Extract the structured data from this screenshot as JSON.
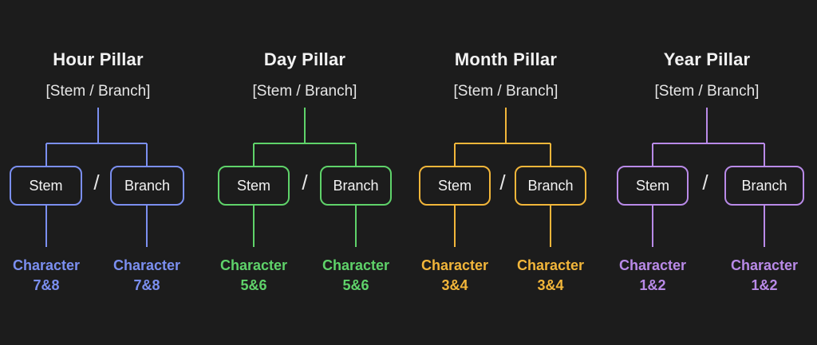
{
  "pillars": [
    {
      "title": "Hour Pillar",
      "subtitle": "[Stem / Branch]",
      "color": "#7b8ff0",
      "stem_label": "Stem",
      "branch_label": "Branch",
      "separator": "/",
      "stem_char": {
        "line1": "Character",
        "line2": "7&8"
      },
      "branch_char": {
        "line1": "Character",
        "line2": "7&8"
      }
    },
    {
      "title": "Day Pillar",
      "subtitle": "[Stem / Branch]",
      "color": "#5fd36a",
      "stem_label": "Stem",
      "branch_label": "Branch",
      "separator": "/",
      "stem_char": {
        "line1": "Character",
        "line2": "5&6"
      },
      "branch_char": {
        "line1": "Character",
        "line2": "5&6"
      }
    },
    {
      "title": "Month Pillar",
      "subtitle": "[Stem / Branch]",
      "color": "#f2b63a",
      "stem_label": "Stem",
      "branch_label": "Branch",
      "separator": "/",
      "stem_char": {
        "line1": "Character",
        "line2": "3&4"
      },
      "branch_char": {
        "line1": "Character",
        "line2": "3&4"
      }
    },
    {
      "title": "Year Pillar",
      "subtitle": "[Stem / Branch]",
      "color": "#b98ae8",
      "stem_label": "Stem",
      "branch_label": "Branch",
      "separator": "/",
      "stem_char": {
        "line1": "Character",
        "line2": "1&2"
      },
      "branch_char": {
        "line1": "Character",
        "line2": "1&2"
      }
    }
  ]
}
